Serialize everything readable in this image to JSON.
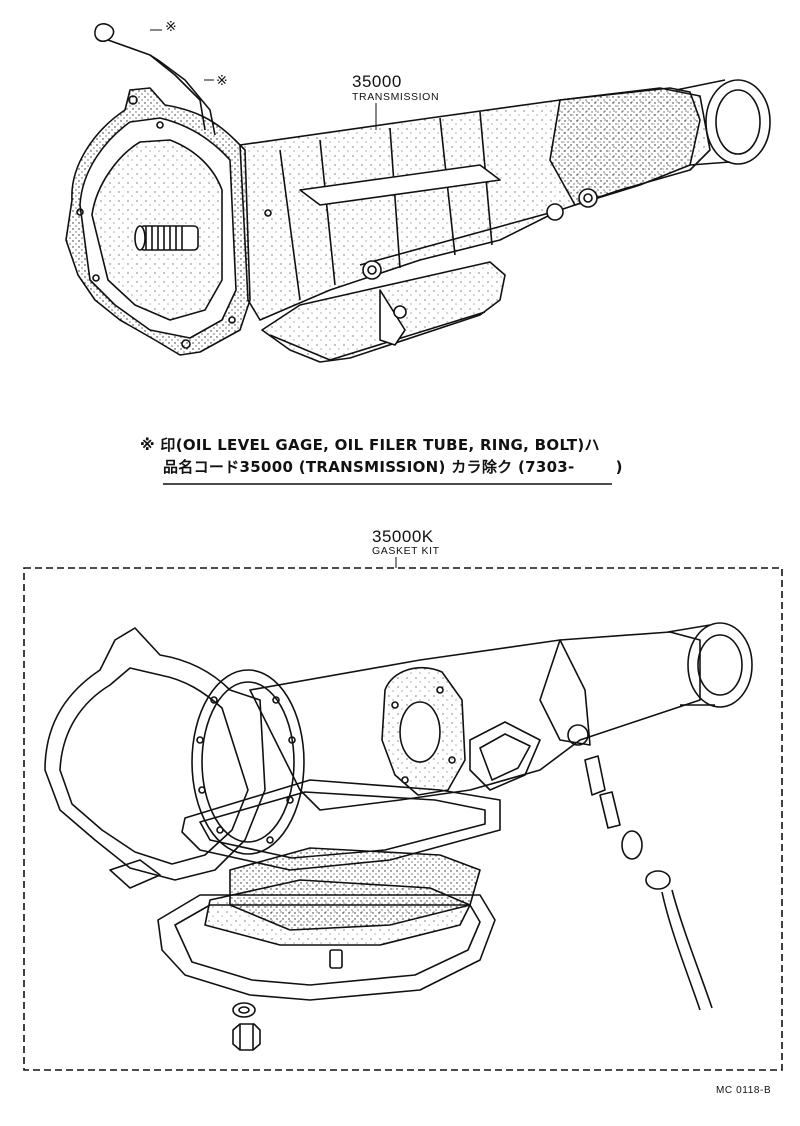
{
  "upper": {
    "star_mark_1": "※",
    "star_mark_2": "※",
    "part_number": "35000",
    "part_name": "TRANSMISSION"
  },
  "note": {
    "mark": "※",
    "line1": "印(OIL LEVEL GAGE, OIL FILER TUBE, RING, BOLT)ハ",
    "line2": "品名コード35000 (TRANSMISSION) カラ除ク (7303-",
    "line2_end": ")"
  },
  "lower": {
    "part_number": "35000K",
    "part_name": "GASKET KIT"
  },
  "footer": {
    "code": "MC 0118-B"
  }
}
